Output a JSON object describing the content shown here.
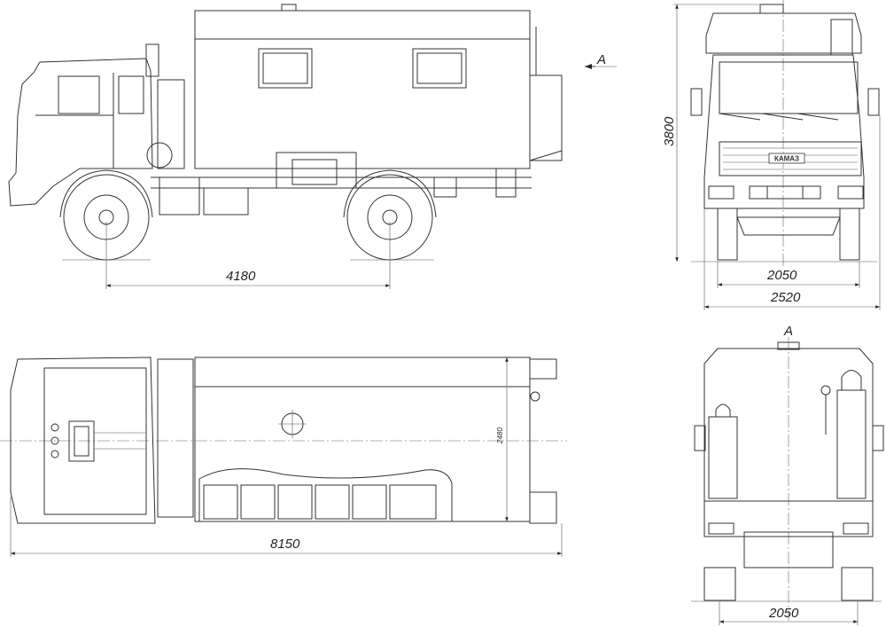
{
  "drawing": {
    "side_view": {
      "wheelbase_label": "4180",
      "view_marker": "A"
    },
    "front_view": {
      "height_label": "3800",
      "track_label": "2050",
      "width_label": "2520",
      "grille_logo": "КАМАЗ"
    },
    "top_view": {
      "length_label": "8150",
      "body_width_label": "2480"
    },
    "rear_view": {
      "view_marker": "A",
      "track_label": "2050"
    }
  }
}
